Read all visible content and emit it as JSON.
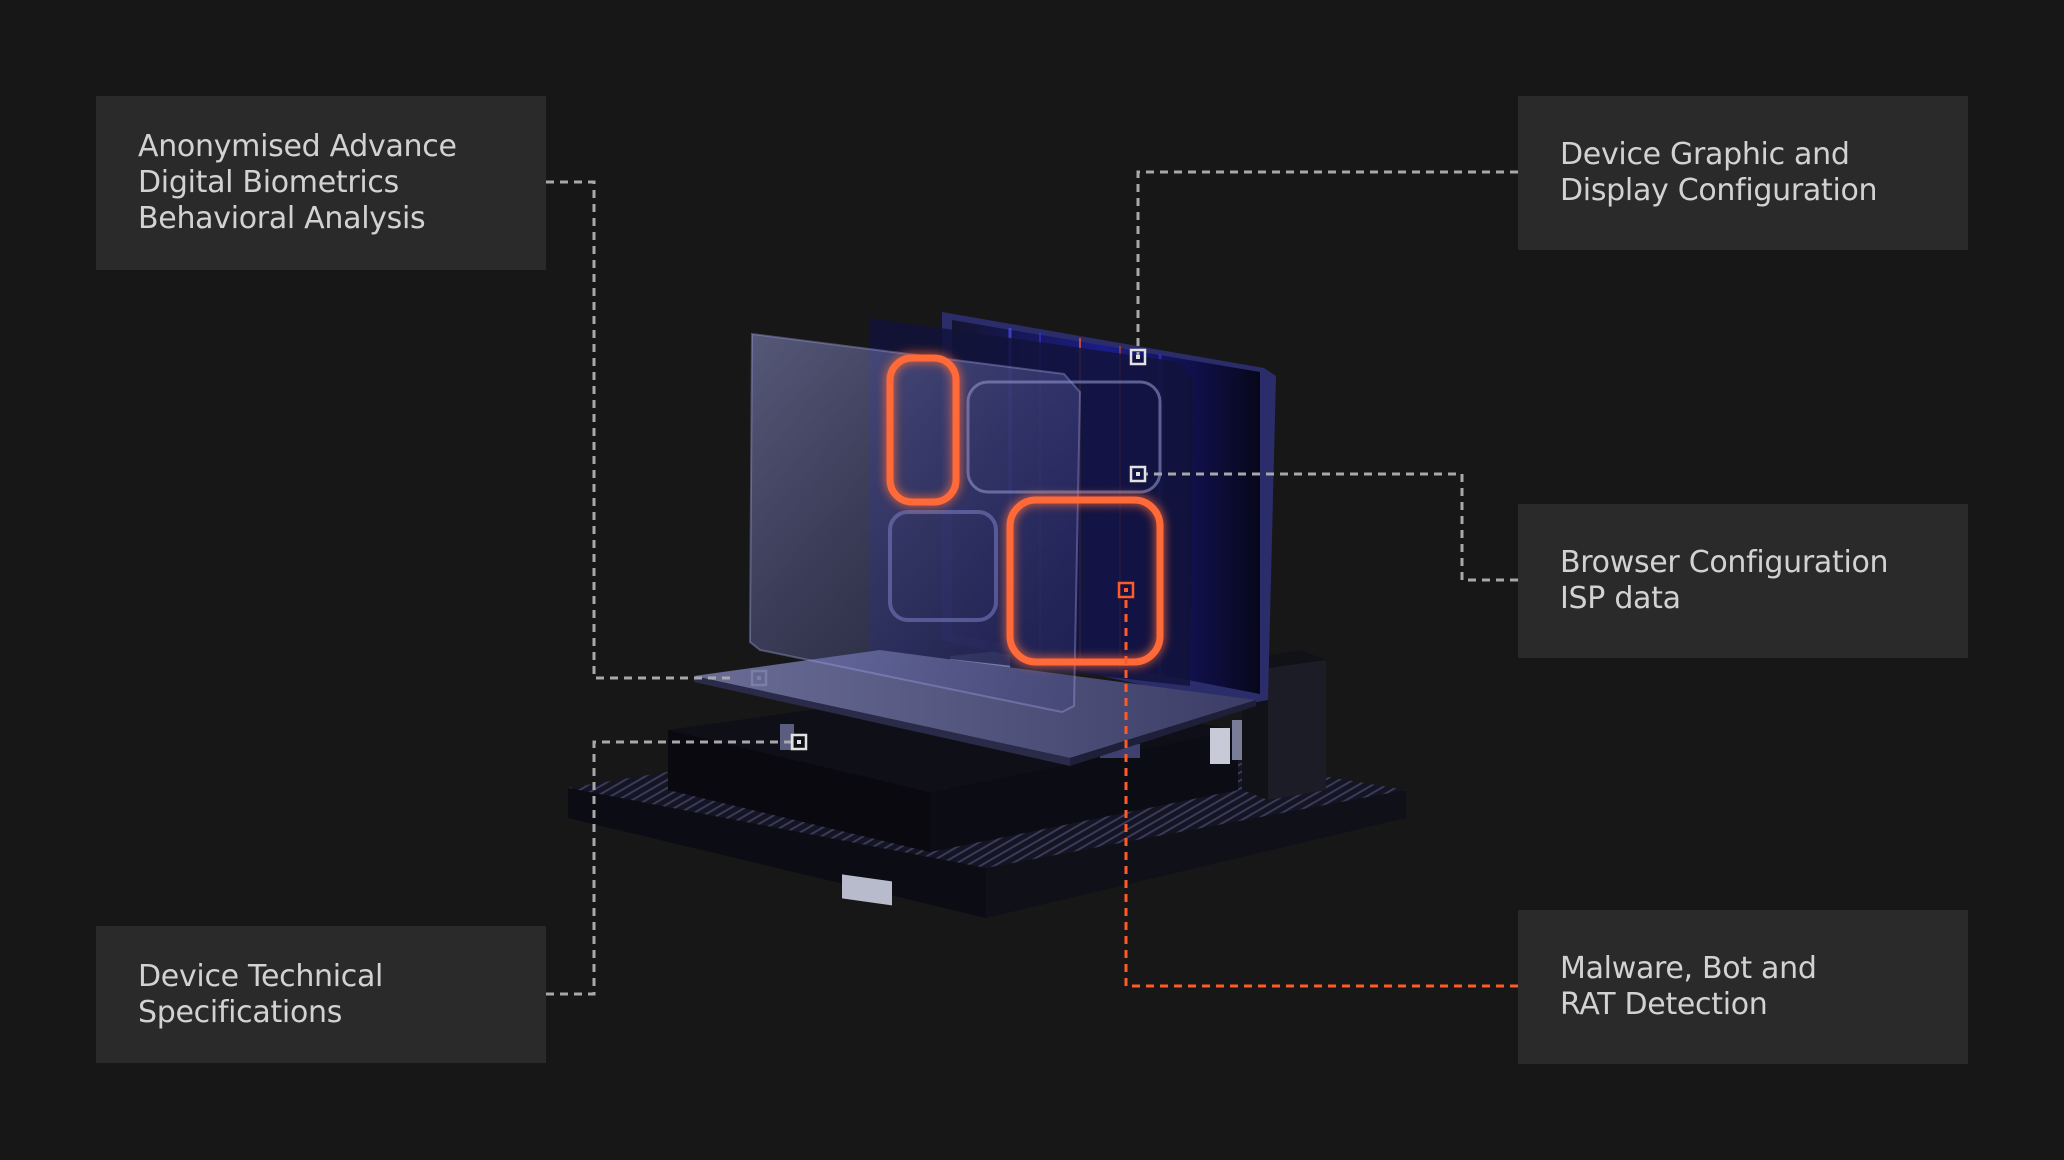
{
  "labels": {
    "biometrics": [
      "Anonymised Advance",
      "Digital Biometrics",
      "Behavioral Analysis"
    ],
    "graphic": [
      "Device Graphic and",
      "Display Configuration"
    ],
    "browser": [
      "Browser Configuration",
      "ISP data"
    ],
    "specs": [
      "Device Technical",
      "Specifications"
    ],
    "malware": [
      "Malware, Bot and",
      "RAT Detection"
    ]
  },
  "colors": {
    "background": "#171717",
    "box": "#2a2a2a",
    "text": "#d2d2d2",
    "connector": "#a8a8a8",
    "accent": "#ff5a2a",
    "blue": "#3b3ee8"
  }
}
